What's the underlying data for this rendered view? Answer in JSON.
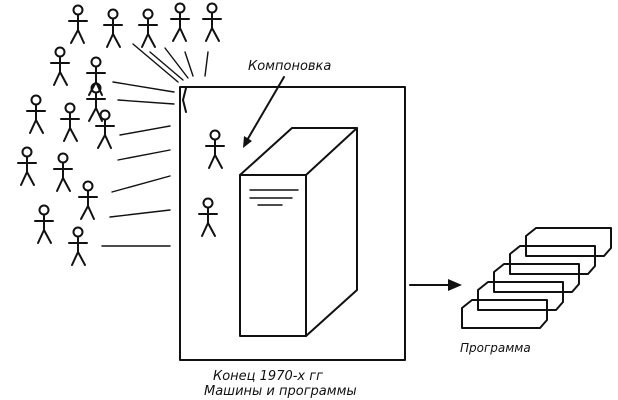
{
  "labels": {
    "layout": "Компоновка",
    "program": "Программа",
    "caption_line1": "Конец 1970-х гг",
    "caption_line2": "Машины и программы"
  },
  "people_outside_count": 16,
  "people_inside_count": 2,
  "program_stack_count": 5,
  "colors": {
    "ink": "#111111",
    "background": "#ffffff"
  }
}
